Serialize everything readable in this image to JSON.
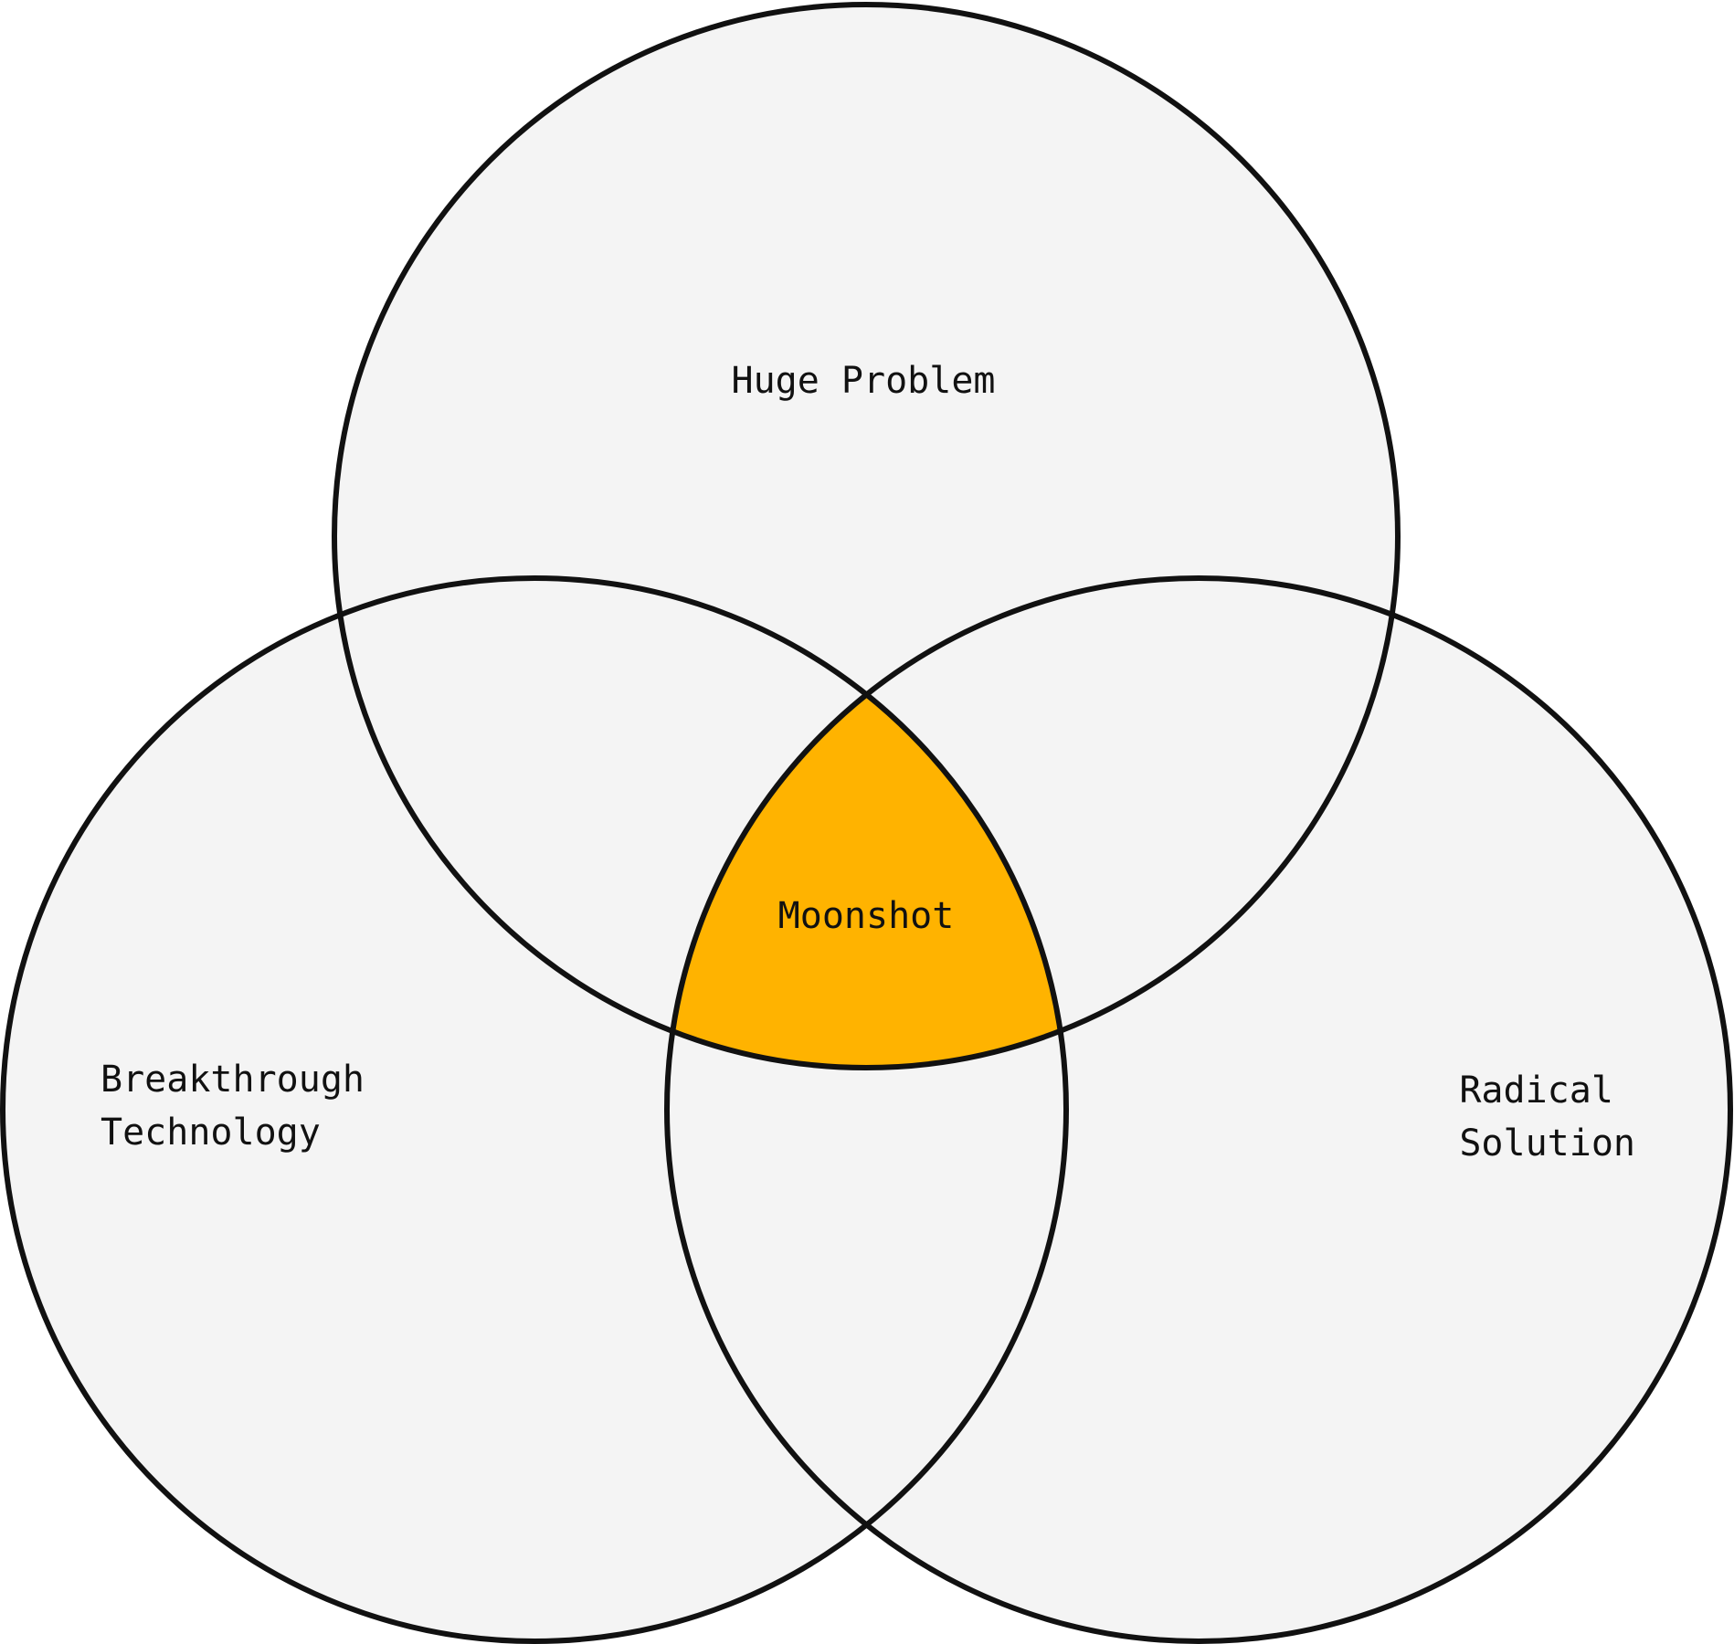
{
  "diagram": {
    "type": "three-set venn",
    "colors": {
      "background": "#ffffff",
      "circle_fill": "#f4f4f4",
      "outline": "#111111",
      "center_fill": "#ffb300",
      "text": "#111111"
    },
    "sets": {
      "top": {
        "label_lines": [
          "Huge Problem"
        ]
      },
      "left": {
        "label_lines": [
          "Breakthrough",
          "Technology"
        ]
      },
      "right": {
        "label_lines": [
          "Radical",
          "Solution"
        ]
      }
    },
    "center": {
      "label": "Moonshot"
    }
  }
}
